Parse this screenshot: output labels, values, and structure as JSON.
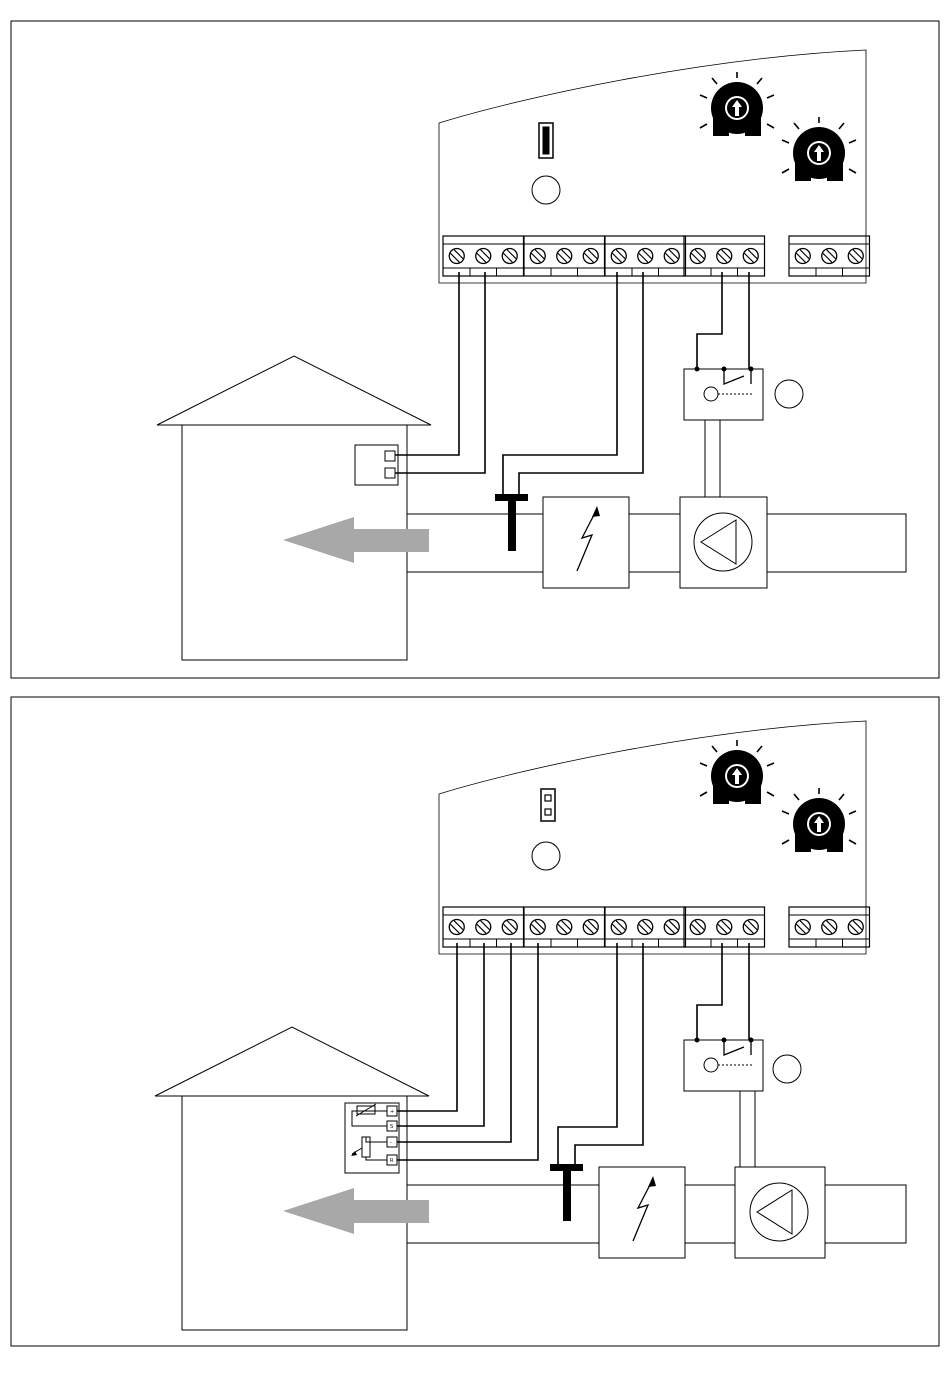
{
  "colors": {
    "line": "#000000",
    "background": "#ffffff",
    "flow_arrow": "#a8a8a8"
  },
  "panels": [
    {
      "name": "panel-top",
      "room_sensor": "two-terminal",
      "jumper": "closed",
      "terminal_blocks": [
        3,
        3,
        3,
        3,
        3
      ],
      "icons": [
        "house-icon",
        "room-sensor-icon",
        "flow-sensor-icon",
        "heater-icon",
        "pump-icon",
        "relay-icon",
        "potentiometer-icon",
        "potentiometer-icon",
        "jumper-icon",
        "led-icon",
        "flow-arrow-icon"
      ]
    },
    {
      "name": "panel-bottom",
      "room_sensor": "four-terminal-with-setpoint",
      "jumper": "open",
      "terminal_blocks": [
        3,
        3,
        3,
        3,
        3
      ],
      "icons": [
        "house-icon",
        "room-sensor-icon",
        "flow-sensor-icon",
        "heater-icon",
        "pump-icon",
        "relay-icon",
        "potentiometer-icon",
        "potentiometer-icon",
        "jumper-icon",
        "led-icon",
        "flow-arrow-icon"
      ]
    }
  ],
  "room_sensor_pins": [
    "+",
    "S",
    "-",
    "R"
  ]
}
